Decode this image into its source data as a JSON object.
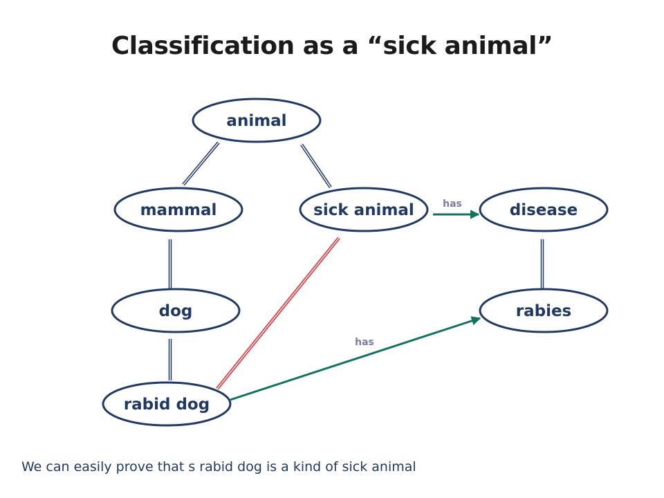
{
  "title": "Classification as a “sick animal”",
  "caption": "We can easily prove that s rabid dog is a kind of sick animal",
  "colors": {
    "node_stroke": "#1f3864",
    "node_text": "#1f3864",
    "isa_arrow": "#1f3864",
    "highlight_arrow": "#e8202a",
    "has_arrow": "#11735f",
    "edge_label": "#7e7aa6"
  },
  "nodes": {
    "animal": "animal",
    "mammal": "mammal",
    "sick_animal": "sick animal",
    "disease": "disease",
    "dog": "dog",
    "rabies": "rabies",
    "rabid_dog": "rabid dog"
  },
  "edges": {
    "sick_animal_has_disease": "has",
    "rabid_dog_has_rabies": "has"
  }
}
